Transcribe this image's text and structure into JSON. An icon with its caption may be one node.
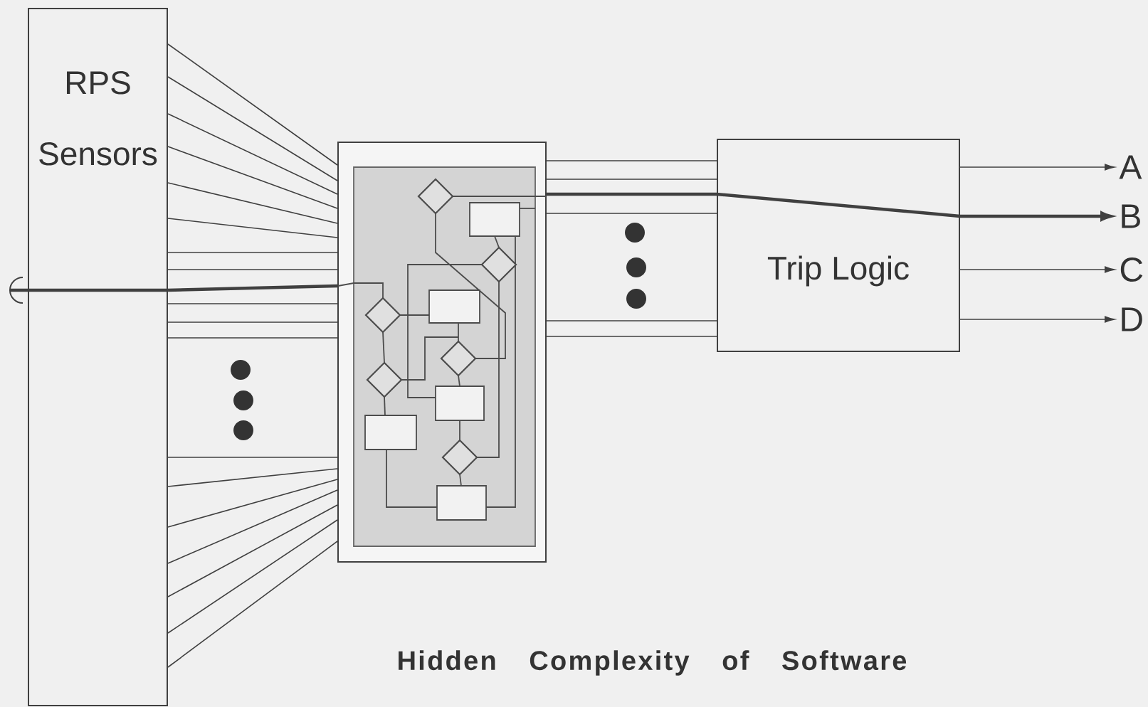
{
  "diagram": {
    "caption": "Hidden Complexity of Software",
    "nodes": [
      {
        "text": [
          "RPS Sensors"
        ]
      },
      {
        "text": [],
        "shape": "box"
      },
      {
        "text": [
          "Trip Logic"
        ]
      },
      {
        "text": [
          "A"
        ]
      },
      {
        "text": [
          "B"
        ]
      },
      {
        "text": [
          "C"
        ]
      },
      {
        "text": [
          "D"
        ]
      }
    ],
    "edges": [
      {
        "from": 0,
        "to": 1,
        "arrow": "none"
      },
      {
        "from": 0,
        "to": 1,
        "arrow": "none"
      },
      {
        "from": 0,
        "to": 1,
        "arrow": "none"
      },
      {
        "from": 0,
        "to": 1,
        "arrow": "none"
      },
      {
        "from": 0,
        "to": 1,
        "arrow": "none"
      },
      {
        "from": 0,
        "to": 1,
        "arrow": "none"
      },
      {
        "from": 0,
        "to": 1,
        "arrow": "none"
      },
      {
        "from": 0,
        "to": 1,
        "arrow": "none"
      },
      {
        "from": 0,
        "to": 1,
        "arrow": "none",
        "style": "thick"
      },
      {
        "from": 0,
        "to": 1,
        "arrow": "none"
      },
      {
        "from": 0,
        "to": 1,
        "arrow": "none"
      },
      {
        "from": 0,
        "to": 1,
        "arrow": "none"
      },
      {
        "from": 0,
        "to": 1,
        "arrow": "none"
      },
      {
        "from": 0,
        "to": 1,
        "arrow": "none"
      },
      {
        "from": 0,
        "to": 1,
        "arrow": "none"
      },
      {
        "from": 0,
        "to": 1,
        "arrow": "none"
      },
      {
        "from": 0,
        "to": 1,
        "arrow": "none"
      },
      {
        "from": 0,
        "to": 1,
        "arrow": "none"
      },
      {
        "from": 0,
        "to": 1,
        "arrow": "none"
      },
      {
        "from": 1,
        "to": 2,
        "arrow": "none"
      },
      {
        "from": 1,
        "to": 2,
        "arrow": "none"
      },
      {
        "from": 1,
        "to": 2,
        "arrow": "none",
        "style": "thick"
      },
      {
        "from": 1,
        "to": 2,
        "arrow": "none"
      },
      {
        "from": 1,
        "to": 2,
        "arrow": "none"
      },
      {
        "from": 1,
        "to": 2,
        "arrow": "none"
      },
      {
        "from": 2,
        "to": 3,
        "arrow": "to"
      },
      {
        "from": 2,
        "to": 4,
        "arrow": "to",
        "style": "thick"
      },
      {
        "from": 2,
        "to": 5,
        "arrow": "to"
      },
      {
        "from": 2,
        "to": 6,
        "arrow": "to"
      }
    ]
  }
}
